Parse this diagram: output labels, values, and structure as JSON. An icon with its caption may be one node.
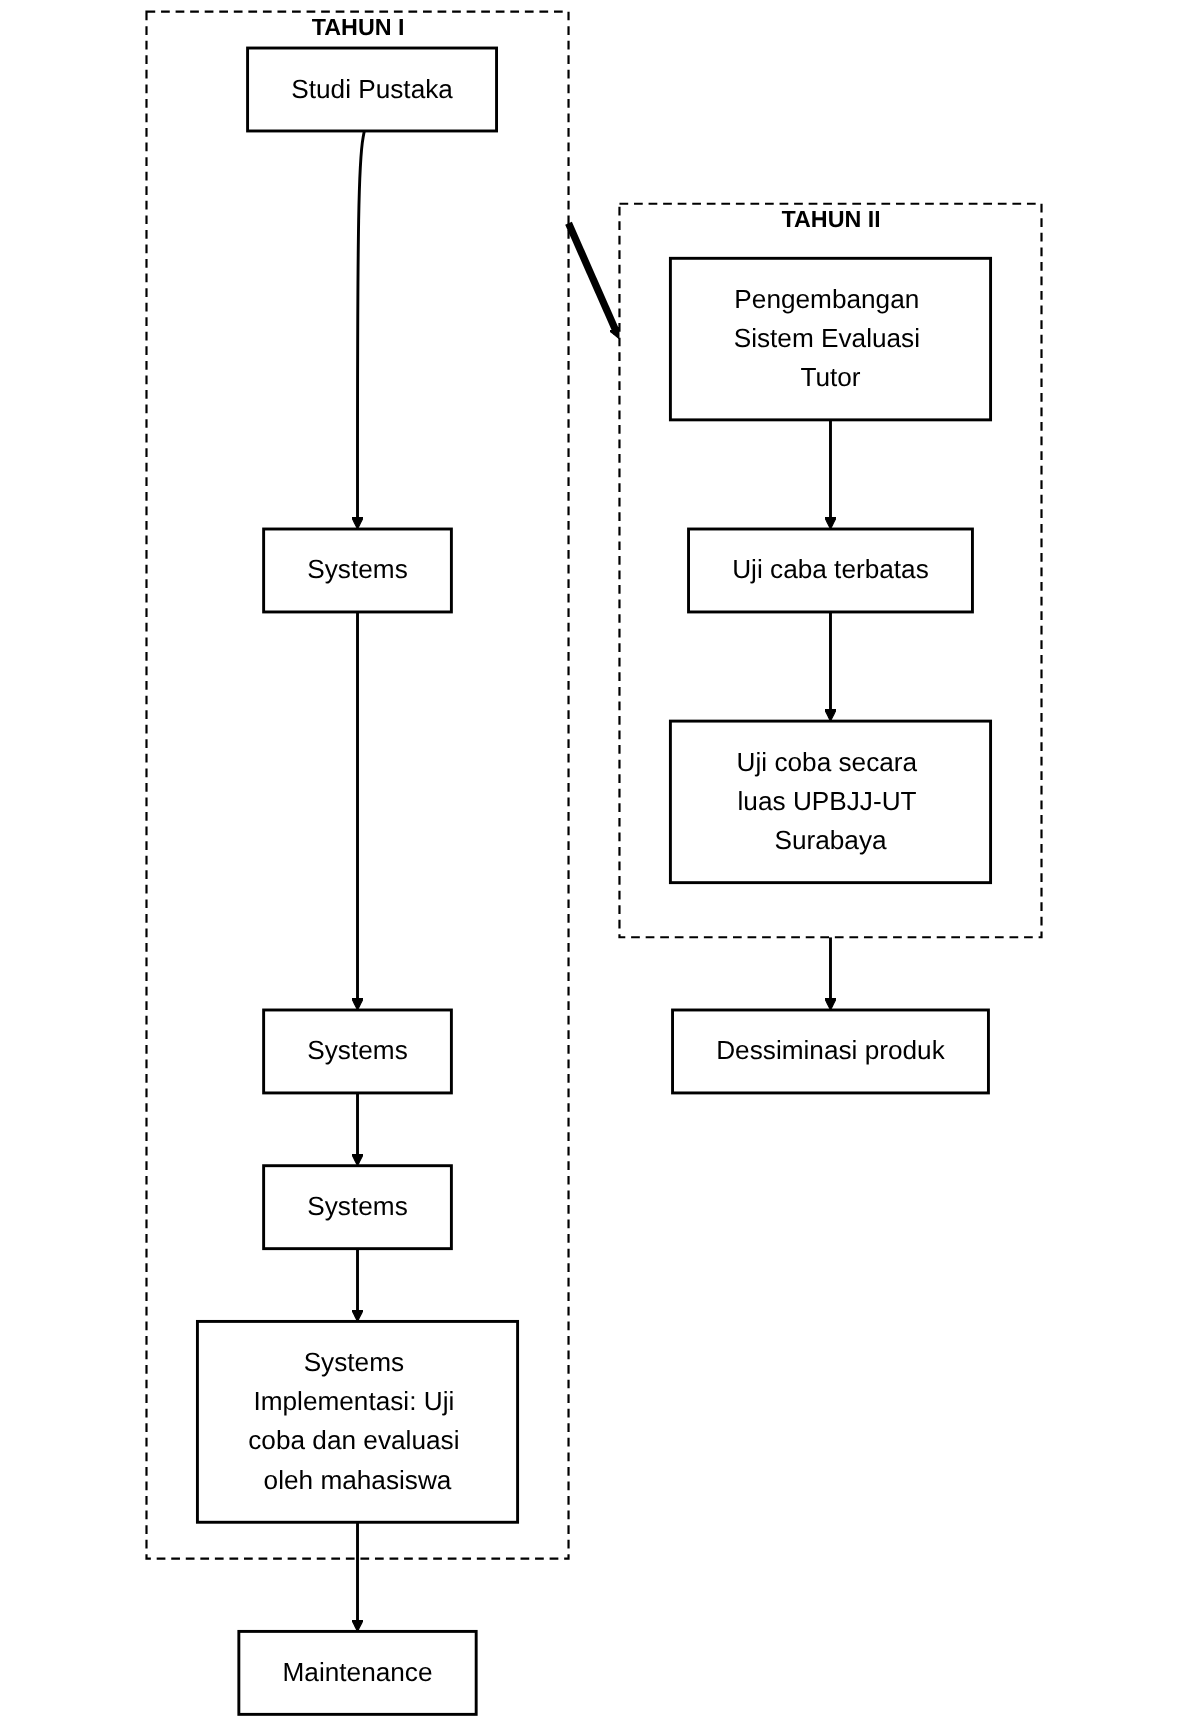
{
  "diagram": {
    "nodes": [
      {
        "text": [
          "TAHUN I"
        ]
      },
      {
        "text": [
          "Studi Pustaka"
        ],
        "in": 0
      },
      {
        "text": [
          "Systems"
        ],
        "in": 0
      },
      {
        "text": [
          "Systems"
        ],
        "in": 0
      },
      {
        "text": [
          "Systems"
        ],
        "in": 0
      },
      {
        "text": [
          "Systems Implementasi: Uji coba dan evaluasi oleh mahasiswa"
        ],
        "in": 0
      },
      {
        "text": [
          "TAHUN II"
        ]
      },
      {
        "text": [
          "Pengembangan Sistem Evaluasi Tutor"
        ],
        "in": 6
      },
      {
        "text": [
          "Uji caba terbatas"
        ],
        "in": 6
      },
      {
        "text": [
          "Uji coba secara luas UPBJJ-UT Surabaya"
        ],
        "in": 6
      },
      {
        "text": [
          "Maintenance"
        ]
      },
      {
        "text": [
          "Dessiminasi produk"
        ]
      }
    ],
    "edges": [
      {
        "from": 1,
        "to": 2,
        "arrow": "to"
      },
      {
        "from": 2,
        "to": 3,
        "arrow": "to"
      },
      {
        "from": 3,
        "to": 4,
        "arrow": "to"
      },
      {
        "from": 4,
        "to": 5,
        "arrow": "to"
      },
      {
        "from": 0,
        "to": 6,
        "arrow": "to",
        "style": "thick"
      },
      {
        "from": 7,
        "to": 8,
        "arrow": "to"
      },
      {
        "from": 8,
        "to": 9,
        "arrow": "to"
      },
      {
        "from": 5,
        "to": 10,
        "arrow": "to"
      },
      {
        "from": 6,
        "to": 11,
        "arrow": "to"
      }
    ]
  }
}
